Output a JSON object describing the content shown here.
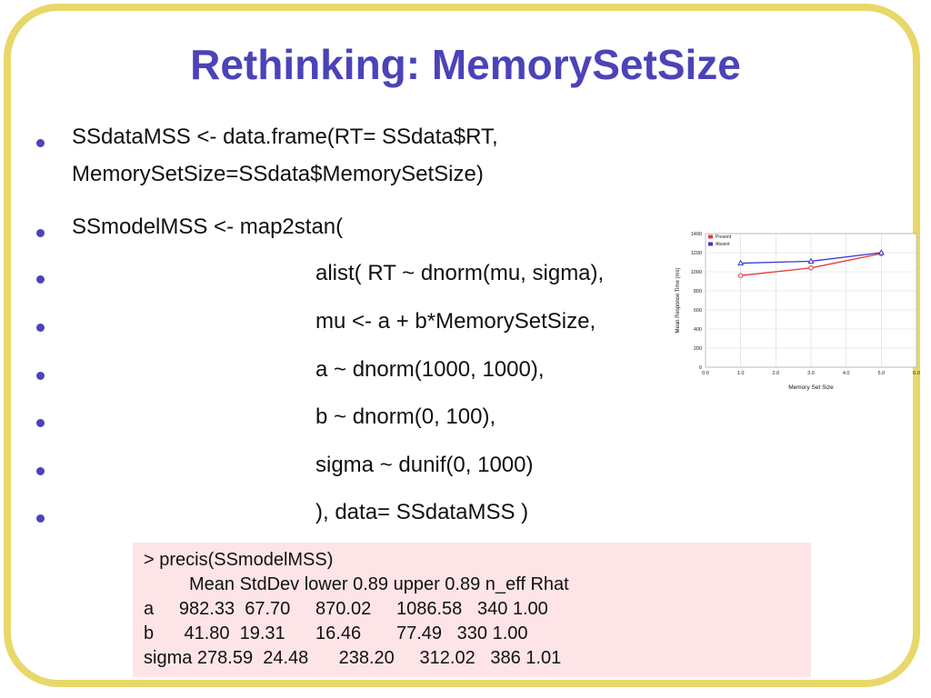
{
  "slide": {
    "title": "Rethinking: MemorySetSize",
    "bullets": [
      {
        "lines": [
          "SSdataMSS <- data.frame(RT= SSdata$RT,",
          "MemorySetSize=SSdata$MemorySetSize)"
        ],
        "indent": false
      },
      {
        "lines": [
          "SSmodelMSS <- map2stan("
        ],
        "indent": false
      },
      {
        "lines": [
          "alist( RT ~ dnorm(mu, sigma),"
        ],
        "indent": true
      },
      {
        "lines": [
          "mu <- a + b*MemorySetSize,"
        ],
        "indent": true
      },
      {
        "lines": [
          "a ~ dnorm(1000, 1000),"
        ],
        "indent": true
      },
      {
        "lines": [
          "b ~ dnorm(0, 100),"
        ],
        "indent": true
      },
      {
        "lines": [
          "sigma ~ dunif(0, 1000)"
        ],
        "indent": true
      },
      {
        "lines": [
          "), data= SSdataMSS )"
        ],
        "indent": true
      }
    ],
    "output": [
      "> precis(SSmodelMSS)",
      "         Mean StdDev lower 0.89 upper 0.89 n_eff Rhat",
      "a     982.33  67.70     870.02     1086.58   340 1.00",
      "b      41.80  19.31      16.46       77.49   330 1.00",
      "sigma 278.59  24.48      238.20     312.02   386 1.01"
    ]
  },
  "chart_data": {
    "type": "line",
    "xlabel": "Memory Set Size",
    "ylabel": "Mean Response Time (ms)",
    "xlim": [
      0,
      6
    ],
    "ylim": [
      0,
      1400
    ],
    "xticks": [
      "0.0",
      "1.0",
      "2.0",
      "3.0",
      "4.0",
      "5.0",
      "6.0"
    ],
    "yticks": [
      "0",
      "200",
      "400",
      "600",
      "800",
      "1000",
      "1200",
      "1400"
    ],
    "grid": true,
    "legend_position": "top-left",
    "series": [
      {
        "name": "Present",
        "color": "#e03a3a",
        "marker": "circle",
        "x": [
          1,
          3,
          5
        ],
        "y": [
          960,
          1040,
          1190
        ]
      },
      {
        "name": "Absent",
        "color": "#3a3acc",
        "marker": "triangle",
        "x": [
          1,
          3,
          5
        ],
        "y": [
          1090,
          1110,
          1200
        ]
      }
    ]
  }
}
